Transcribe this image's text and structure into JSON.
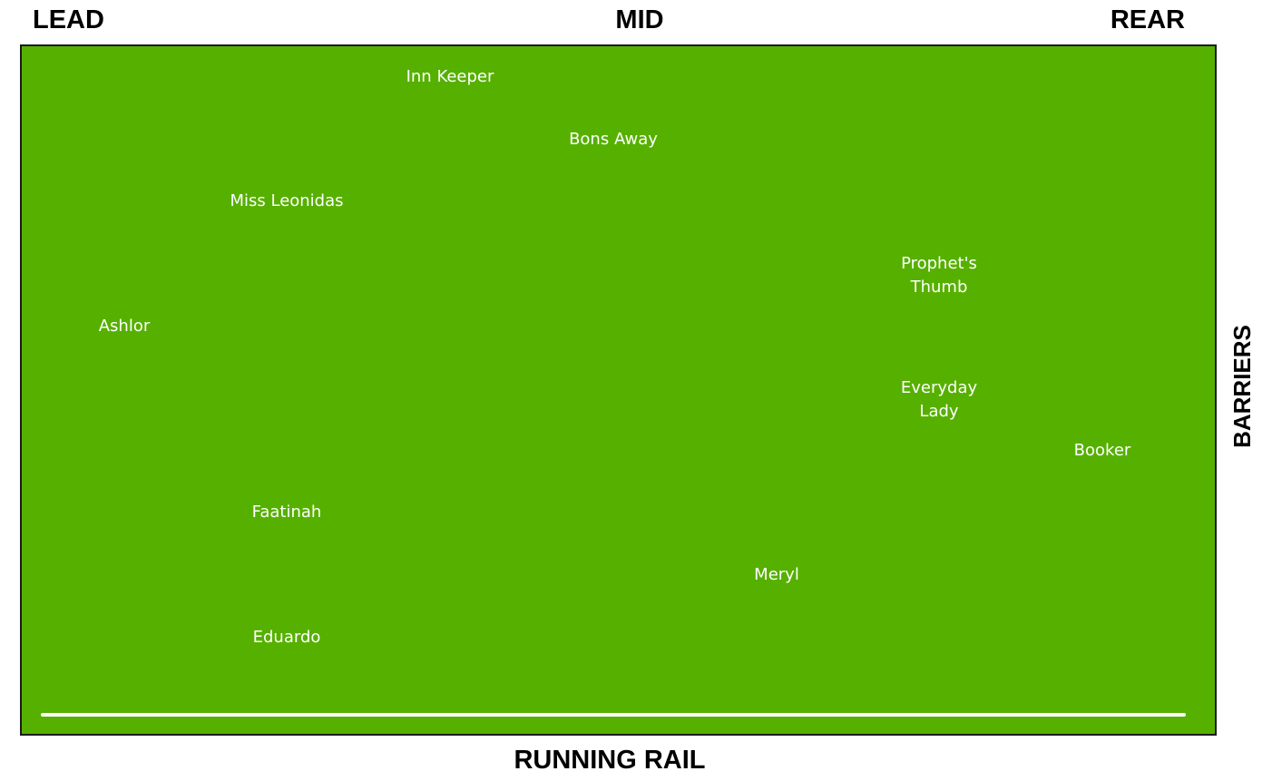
{
  "header": {
    "lead": "LEAD",
    "mid": "MID",
    "rear": "REAR"
  },
  "side_label": "BARRIERS",
  "bottom_label": "RUNNING RAIL",
  "colors": {
    "field": "#56b000",
    "rail": "#ffffff",
    "horse_text": "#ffffff",
    "label_text": "#000000"
  },
  "horses": [
    {
      "name": "Inn Keeper"
    },
    {
      "name": "Bons Away"
    },
    {
      "name": "Miss Leonidas"
    },
    {
      "name": "Prophet's\nThumb"
    },
    {
      "name": "Ashlor"
    },
    {
      "name": "Everyday\nLady"
    },
    {
      "name": "Booker"
    },
    {
      "name": "Faatinah"
    },
    {
      "name": "Meryl"
    },
    {
      "name": "Eduardo"
    }
  ]
}
